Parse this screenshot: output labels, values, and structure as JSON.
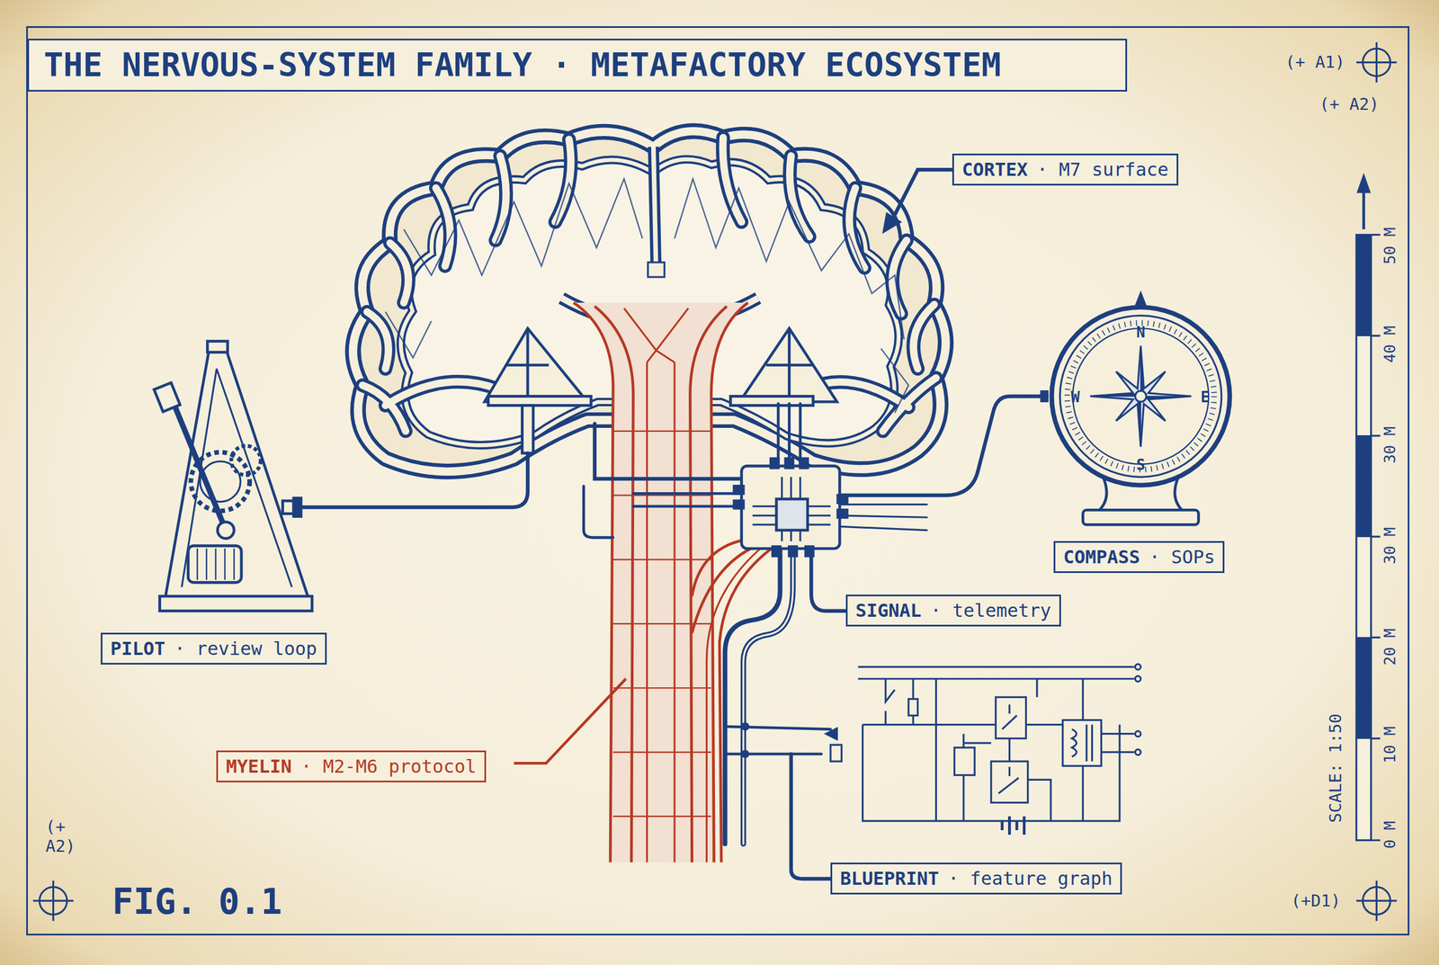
{
  "diagram": {
    "title": "THE NERVOUS-SYSTEM FAMILY · METAFACTORY ECOSYSTEM",
    "caption": "FIG. 0.1",
    "nodes": [
      {
        "text": [
          "CORTEX",
          "· M7 surface"
        ]
      },
      {
        "text": [
          "COMPASS",
          "· SOPs"
        ]
      },
      {
        "text": [
          "SIGNAL",
          "· telemetry"
        ]
      },
      {
        "text": [
          "PILOT",
          "· review loop"
        ]
      },
      {
        "text": [
          "MYELIN",
          "· M2-M6 protocol"
        ]
      },
      {
        "text": [
          "BLUEPRINT",
          "· feature graph"
        ]
      }
    ],
    "labels": [
      "(+ A1)",
      "(+ A2)",
      "N",
      "W",
      "E",
      "S",
      "50 M",
      "40 M",
      "30 M",
      "30 M",
      "20 M",
      "10 M",
      "0 M",
      "SCALE: 1:50",
      "(+ A2)",
      "(+D1)"
    ]
  }
}
